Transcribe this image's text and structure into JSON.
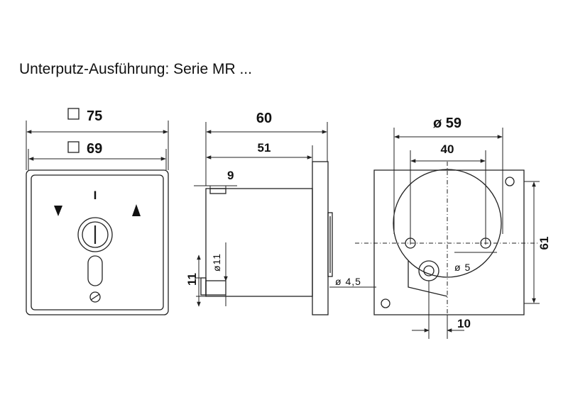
{
  "title": "Unterputz-Ausführung: Serie MR ...",
  "front_view": {
    "dim_outer": "75",
    "dim_inner": "69",
    "mark_center": "I"
  },
  "side_view": {
    "dim_total": "60",
    "dim_body": "51",
    "dim_9": "9",
    "dim_11": "11",
    "dim_dia11": "ø11",
    "dim_dia4_5": "ø 4,5"
  },
  "rear_view": {
    "dim_diameter": "ø 59",
    "dim_40": "40",
    "dim_61": "61",
    "dim_dia5": "ø 5",
    "dim_10": "10"
  }
}
